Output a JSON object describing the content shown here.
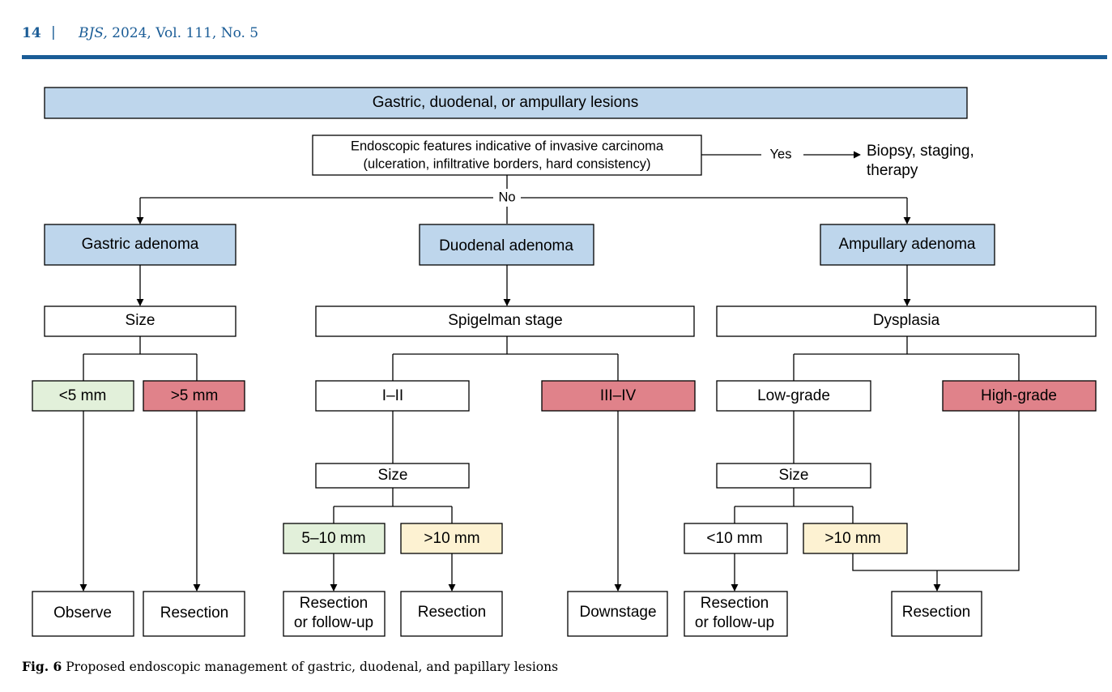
{
  "header": {
    "page_number": "14",
    "separator": "|",
    "journal": "BJS,",
    "issue": " 2024, Vol. 111, No. 5"
  },
  "colors": {
    "accent": "#1a5c96",
    "blue_box": "#bed6ec",
    "red_box": "#e0828a",
    "green_box": "#e2f0da",
    "yellow_box": "#fdf2d2",
    "white_box": "#ffffff"
  },
  "diagram": {
    "top": "Gastric, duodenal, or ampullary lesions",
    "question_line1": "Endoscopic features indicative of invasive carcinoma",
    "question_line2": "(ulceration, infiltrative borders, hard consistency)",
    "yes": "Yes",
    "yes_outcome_line1": "Biopsy, staging,",
    "yes_outcome_line2": "therapy",
    "no": "No",
    "gastric": {
      "title": "Gastric adenoma",
      "criterion": "Size",
      "small": "<5 mm",
      "large": ">5 mm",
      "small_outcome": "Observe",
      "large_outcome": "Resection"
    },
    "duodenal": {
      "title": "Duodenal adenoma",
      "criterion": "Spigelman stage",
      "low_stage": "I–II",
      "high_stage": "III–IV",
      "size_criterion": "Size",
      "small": "5–10 mm",
      "large": ">10 mm",
      "small_outcome_line1": "Resection",
      "small_outcome_line2": "or follow-up",
      "large_outcome": "Resection",
      "high_stage_outcome": "Downstage"
    },
    "ampullary": {
      "title": "Ampullary adenoma",
      "criterion": "Dysplasia",
      "low_grade": "Low-grade",
      "high_grade": "High-grade",
      "size_criterion": "Size",
      "small": "<10 mm",
      "large": ">10 mm",
      "small_outcome_line1": "Resection",
      "small_outcome_line2": "or follow-up",
      "large_outcome": "Resection"
    }
  },
  "caption": {
    "figure_number": "Fig. 6",
    "text": " Proposed endoscopic management of gastric, duodenal, and papillary lesions"
  }
}
